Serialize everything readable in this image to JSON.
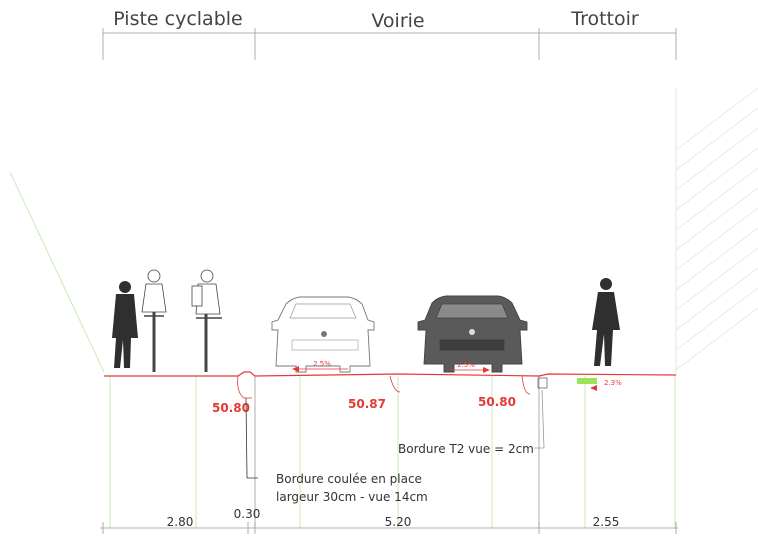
{
  "zones": {
    "bike_lane": "Piste cyclable",
    "road": "Voirie",
    "sidewalk": "Trottoir"
  },
  "elevations": {
    "left": "50.80",
    "center": "50.87",
    "right": "50.80"
  },
  "slopes": {
    "road_left": "2.5%",
    "road_right": "2.5%",
    "sidewalk": "2.3%"
  },
  "notes": {
    "curb_t2": "Bordure T2 vue = 2cm",
    "curb_cast_line1": "Bordure coulée en place",
    "curb_cast_line2": "largeur 30cm - vue 14cm"
  },
  "dimensions": {
    "bike_lane": "2.80",
    "curb": "0.30",
    "road": "5.20",
    "sidewalk": "2.55"
  },
  "colors": {
    "annotation_red": "#e53935",
    "guide_green": "#b9e6a8",
    "slope_highlight": "#9be35a"
  }
}
